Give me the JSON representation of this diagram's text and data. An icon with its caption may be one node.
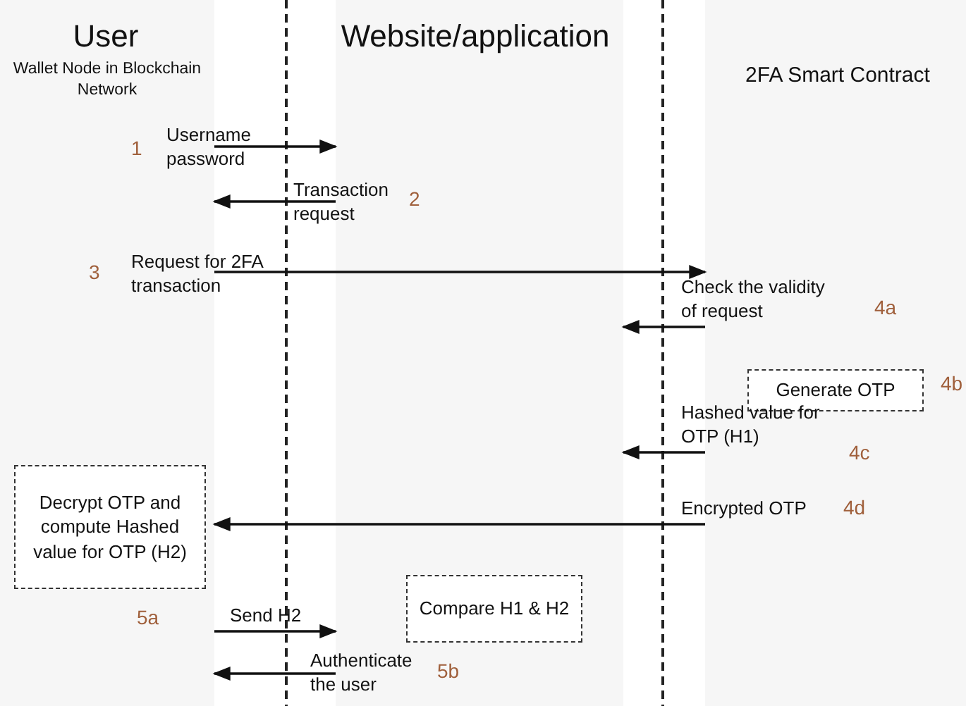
{
  "diagram": {
    "nodes": [
      {
        "text": [
          "User",
          "Wallet Node in Blockchain Network"
        ]
      },
      {
        "text": [
          "Website/application"
        ]
      },
      {
        "text": [
          "2FA Smart Contract"
        ]
      },
      {
        "text": [
          "Generate OTP"
        ],
        "in": 2,
        "beside": [
          "4b"
        ]
      },
      {
        "text": [
          "Decrypt OTP and compute Hashed value for OTP (H2)"
        ],
        "in": 0
      },
      {
        "text": [
          "Compare H1 & H2"
        ],
        "in": 1
      }
    ],
    "edges": [
      {
        "from": 0,
        "to": 1,
        "arrow": "to",
        "label": "Username password"
      },
      {
        "from": 1,
        "to": 0,
        "arrow": "to",
        "label": "Transaction request"
      },
      {
        "from": 0,
        "to": 2,
        "arrow": "to",
        "label": "Request for 2FA transaction"
      },
      {
        "from": 2,
        "to": 1,
        "arrow": "to",
        "label": "Check the validity of request"
      },
      {
        "from": 2,
        "to": 1,
        "arrow": "to",
        "label": "Hashed value for OTP (H1)"
      },
      {
        "from": 2,
        "to": 0,
        "arrow": "to",
        "label": "Encrypted OTP"
      },
      {
        "from": 0,
        "to": 1,
        "arrow": "to",
        "label": "Send H2"
      },
      {
        "from": 1,
        "to": 0,
        "arrow": "to",
        "label": "Authenticate the user"
      }
    ],
    "labels": [
      "1",
      "2",
      "3",
      "4a",
      "4c",
      "4d",
      "5a",
      "5b"
    ]
  }
}
